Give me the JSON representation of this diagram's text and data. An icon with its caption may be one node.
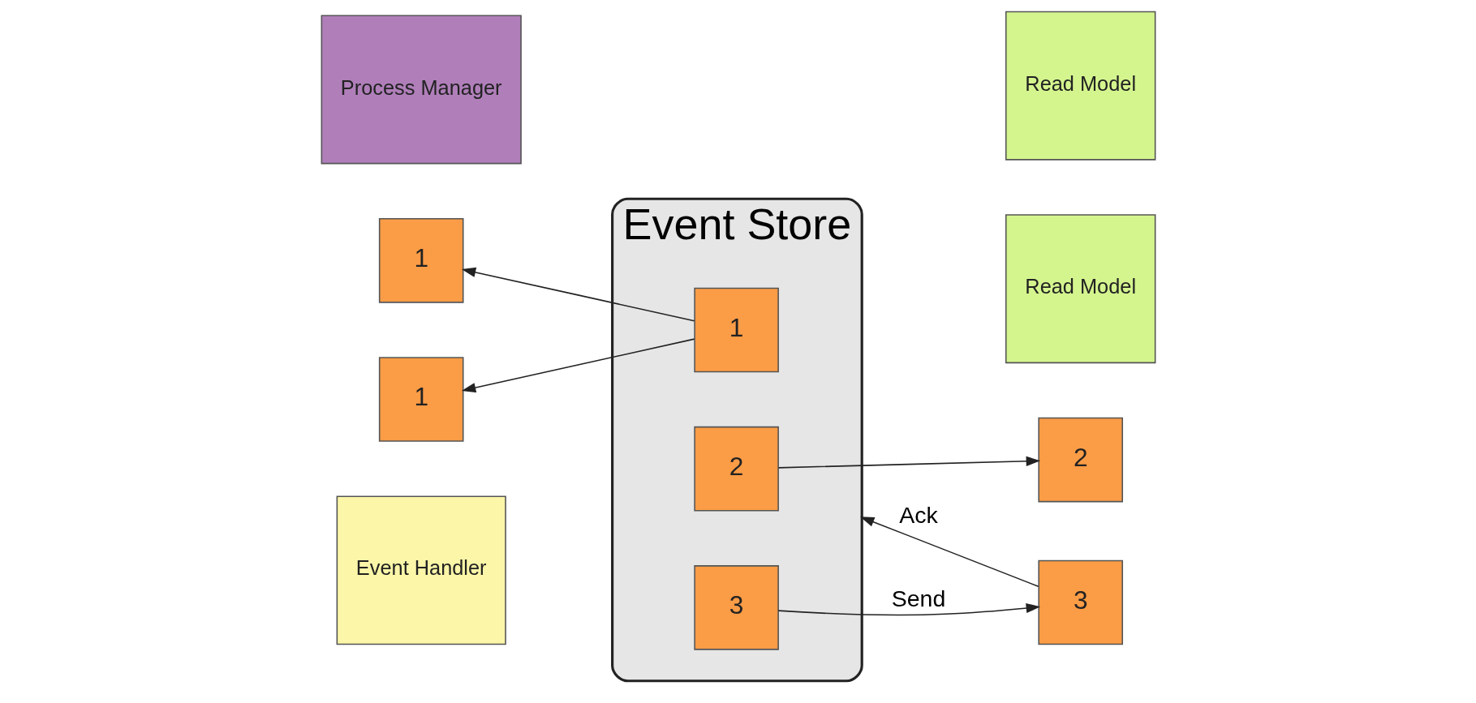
{
  "diagram": {
    "nodes": [
      {
        "text": [
          "Event Handler"
        ]
      },
      {
        "text": [
          "1"
        ]
      },
      {
        "text": [
          "Event Store"
        ]
      },
      {
        "text": [
          "1"
        ],
        "in": 2
      },
      {
        "text": [
          "2"
        ],
        "in": 2
      },
      {
        "text": [
          "3"
        ],
        "in": 2
      },
      {
        "text": [
          "Read Model"
        ]
      },
      {
        "text": [
          "3"
        ]
      },
      {
        "text": [
          "Process Manager"
        ]
      },
      {
        "text": [
          "1"
        ]
      },
      {
        "text": [
          "Read Model"
        ]
      },
      {
        "text": [
          "2"
        ]
      }
    ],
    "edges": [
      {
        "from": 3,
        "to": 1,
        "arrow": "to"
      },
      {
        "from": 5,
        "to": 7,
        "arrow": "to",
        "label": "Send"
      },
      {
        "from": 7,
        "to": 2,
        "arrow": "to",
        "label": "Ack"
      },
      {
        "from": 3,
        "to": 9,
        "arrow": "to"
      },
      {
        "from": 4,
        "to": 11,
        "arrow": "to"
      }
    ]
  }
}
